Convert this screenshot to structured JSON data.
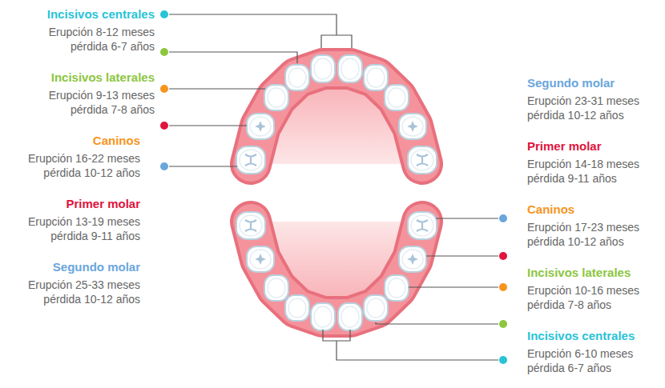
{
  "diagram": {
    "labels": [
      "Incisivos centrales",
      "Erupción 8-12 meses",
      "pérdida 6-7 años",
      "Incisivos laterales",
      "Erupción 9-13 meses",
      "pérdida 7-8 años",
      "Caninos",
      "Erupción 16-22 meses",
      "pérdida 10-12 años",
      "Primer molar",
      "Erupción 13-19 meses",
      "pérdida 9-11 años",
      "Segundo molar",
      "Erupción 25-33 meses",
      "pérdida 10-12 años",
      "Segundo molar",
      "Erupción 23-31 meses",
      "pérdida 10-12 años",
      "Primer molar",
      "Erupción 14-18 meses",
      "pérdida 9-11 años",
      "Caninos",
      "Erupción 17-23 meses",
      "pérdida 10-12 años",
      "Incisivos laterales",
      "Erupción 10-16 meses",
      "pérdida 7-8 años",
      "Incisivos centrales",
      "Erupción 6-10 meses",
      "pérdida 6-7 años"
    ]
  }
}
